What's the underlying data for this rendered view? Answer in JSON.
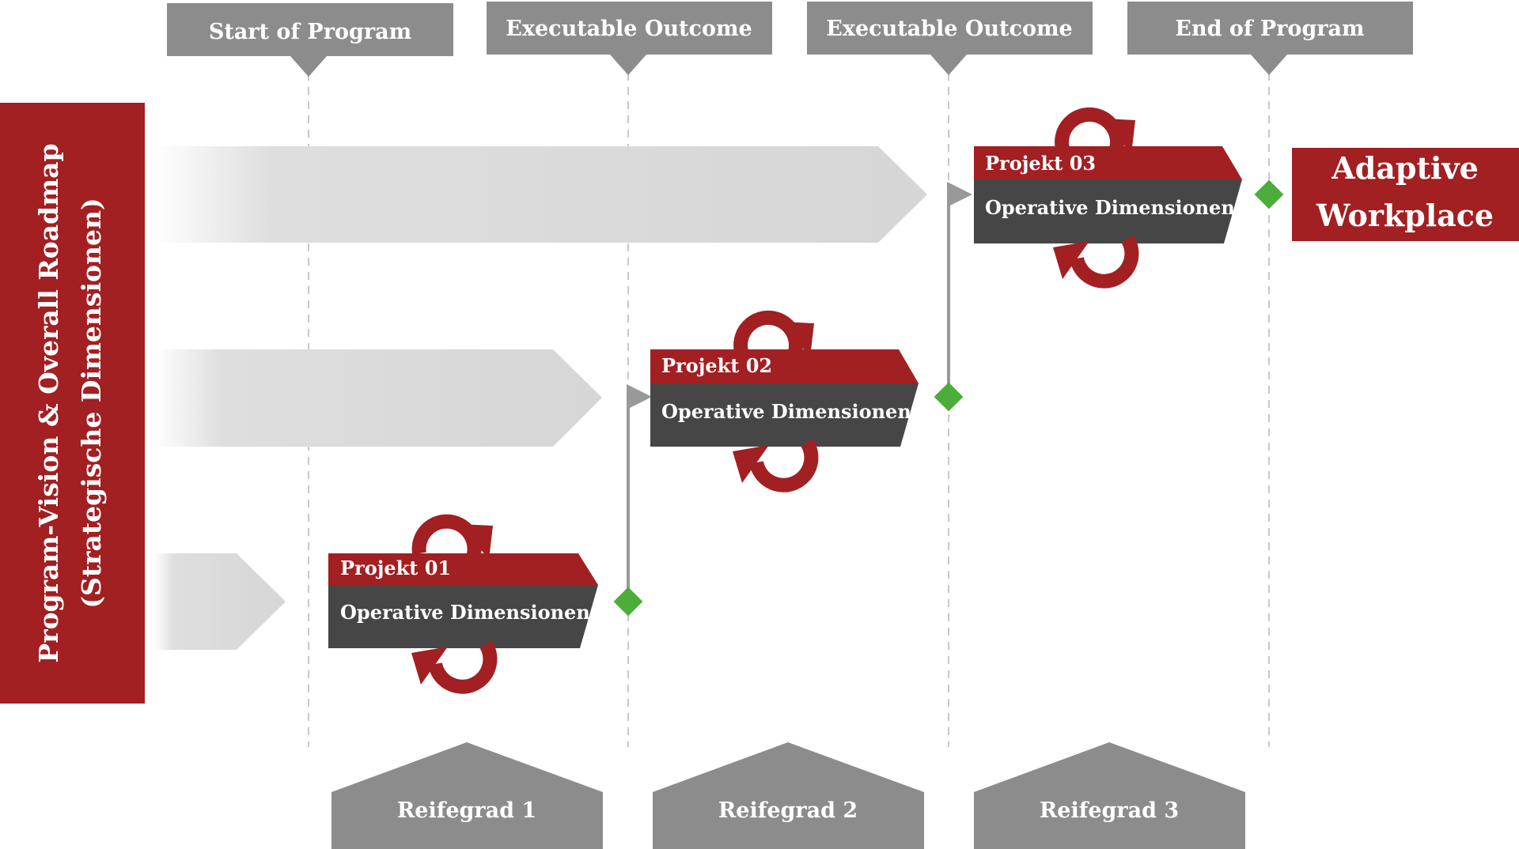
{
  "milestones": {
    "start": "Start of Program",
    "outcome_1": "Executable Outcome",
    "outcome_2": "Executable Outcome",
    "end": "End of Program"
  },
  "vision": {
    "line_1": "Program-Vision & Overall Roadmap",
    "line_2": "(Strategische Dimensionen)"
  },
  "projects": [
    {
      "title": "Projekt 01",
      "subtitle": "Operative Dimensionen"
    },
    {
      "title": "Projekt 02",
      "subtitle": "Operative Dimensionen"
    },
    {
      "title": "Projekt 03",
      "subtitle": "Operative Dimensionen"
    }
  ],
  "goal": {
    "line_1": "Adaptive",
    "line_2": "Workplace"
  },
  "maturity": [
    "Reifegrad 1",
    "Reifegrad 2",
    "Reifegrad 3"
  ],
  "colors": {
    "red": "#a21f22",
    "dark_gray": "#464646",
    "gray": "#8c8c8c",
    "light_gray": "#d7d7d7",
    "green": "#4cad3a",
    "connector": "#999999"
  }
}
